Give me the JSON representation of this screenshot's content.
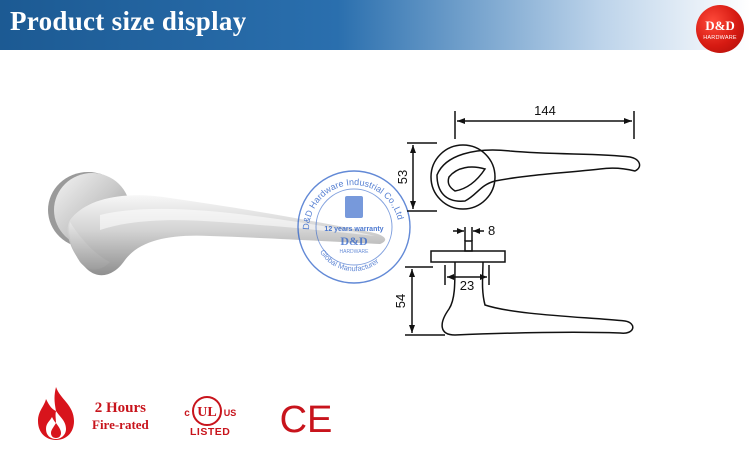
{
  "header": {
    "title": "Product size display",
    "brand_name": "D&D",
    "brand_sub": "HARDWARE",
    "bar_color": "#2a6fae",
    "brand_color": "#d61a12"
  },
  "product_photo": {
    "icon": "lever-handle-photo"
  },
  "watermark": {
    "ring_text": "D&D Hardware Industrial Co.,Ltd",
    "years_text": "12 years warranty",
    "center_text": "D&D",
    "hardware_text": "HARDWARE",
    "bottom_text": "Global Manufacturer",
    "color": "#2e62c8"
  },
  "dimensions": {
    "length": "144",
    "rose_diameter": "53",
    "spindle": "8",
    "neck": "23",
    "height": "54"
  },
  "certifications": {
    "fire_rating_line1": "2 Hours",
    "fire_rating_line2": "Fire-rated",
    "ul_prefix": "c",
    "ul_mark": "UL",
    "ul_suffix": "US",
    "ul_listed": "LISTED",
    "ce_mark": "CE",
    "accent_color": "#c8141c"
  }
}
